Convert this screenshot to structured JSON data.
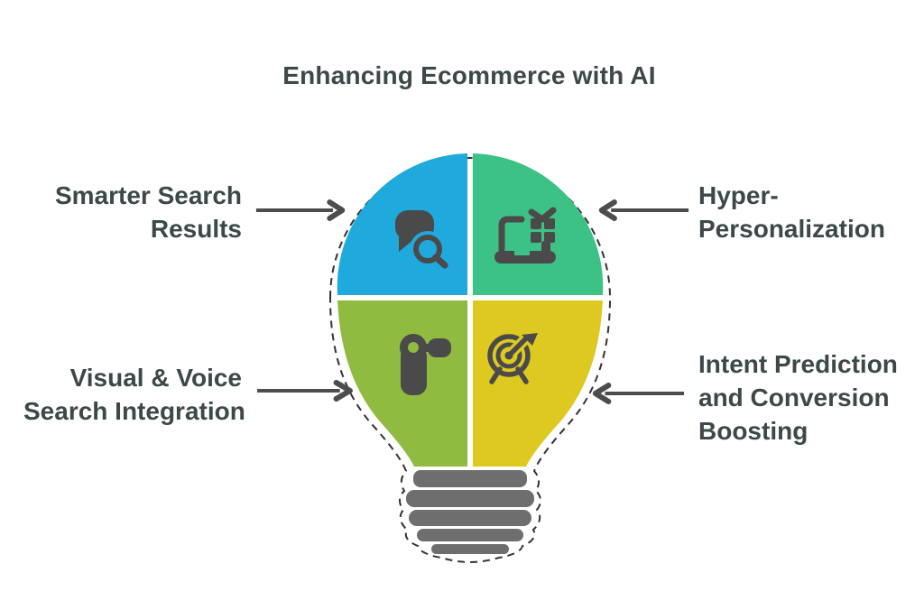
{
  "title": "Enhancing Ecommerce with AI",
  "diagram": {
    "type": "lightbulb-quadrant-infographic",
    "quadrants": [
      {
        "position": "top-left",
        "color": "#1fa9dc",
        "icon": "chat-search-icon",
        "label": {
          "lines": [
            "Smarter Search",
            "Results"
          ]
        }
      },
      {
        "position": "top-right",
        "color": "#3dc286",
        "icon": "laptop-gift-icon",
        "label": {
          "lines": [
            "Hyper-",
            "Personalization"
          ]
        }
      },
      {
        "position": "bottom-left",
        "color": "#90bb41",
        "icon": "camcorder-icon",
        "label": {
          "lines": [
            "Visual & Voice",
            "Search Integration"
          ]
        }
      },
      {
        "position": "bottom-right",
        "color": "#ddc920",
        "icon": "target-arrow-icon",
        "label": {
          "lines": [
            "Intent Prediction",
            "and Conversion",
            "Boosting"
          ]
        }
      }
    ],
    "colors": {
      "bulb_base_gray": "#6e6e6e",
      "icon_gray": "#4a4a4a",
      "text": "#3d4849",
      "arrow": "#4d4d4d",
      "outline_dash": "#333333",
      "background": "#ffffff"
    }
  }
}
